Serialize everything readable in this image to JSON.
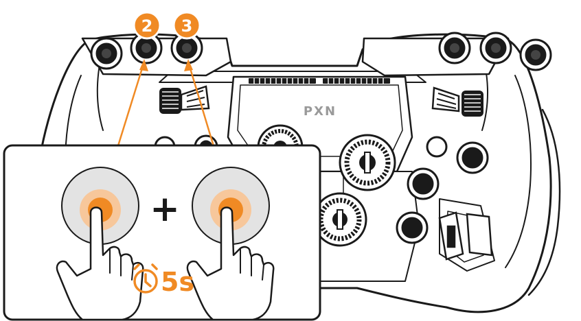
{
  "brand": {
    "logo_text": "PXN"
  },
  "callouts": [
    {
      "number": "2"
    },
    {
      "number": "3"
    }
  ],
  "instruction": {
    "combine_symbol": "+",
    "hold_duration": "5s",
    "timer_icon": "stopwatch-icon",
    "press_icon": "hand-pointer-icon"
  },
  "colors": {
    "accent": "#F08A24",
    "accent_light": "#F7C79B",
    "outline": "#1a1a1a",
    "panel_fill": "#ffffff",
    "press_circle": "#E3E3E3"
  }
}
